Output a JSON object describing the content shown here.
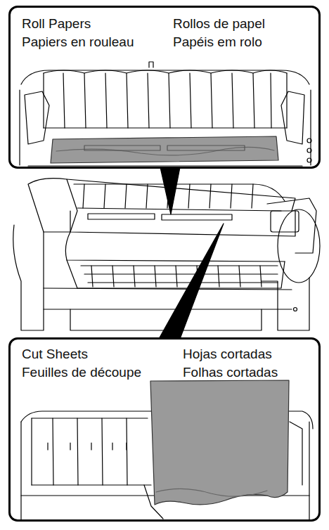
{
  "diagram": {
    "nodes": [
      {
        "text": [
          "Roll Papers",
          "Rollos de papel",
          "Papiers en rouleau",
          "Papéis em rolo"
        ]
      },
      {
        "text": [
          "Cut Sheets",
          "Hojas cortadas",
          "Feuilles de découpe",
          "Folhas cortadas"
        ]
      }
    ]
  }
}
